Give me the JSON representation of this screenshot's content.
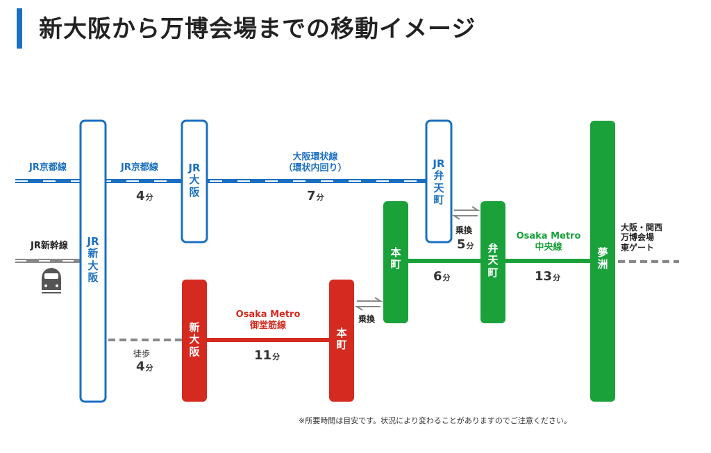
{
  "title": "新大阪から万博会場までの移動イメージ",
  "colors": {
    "jr": "#1a6fc0",
    "midosuji": "#d42a1f",
    "chuo": "#1aa13a"
  },
  "lines": {
    "jr_kyoto_left": "JR京都線",
    "jr_kyoto_mid": "JR京都線",
    "loop_1": "大阪環状線",
    "loop_2": "（環状内回り）",
    "shinkansen": "JR新幹線",
    "midosuji_1": "Osaka Metro",
    "midosuji_2": "御堂筋線",
    "chuo_1": "Osaka Metro",
    "chuo_2": "中央線"
  },
  "stations": {
    "jr_shin_osaka": [
      "JR",
      "新",
      "大",
      "阪"
    ],
    "jr_osaka": [
      "JR",
      "大",
      "阪"
    ],
    "jr_bentencho": [
      "JR",
      "弁",
      "天",
      "町"
    ],
    "metro_bentencho": [
      "弁",
      "天",
      "町"
    ],
    "honmachi_green": [
      "本",
      "町"
    ],
    "honmachi_red": [
      "本",
      "町"
    ],
    "metro_shin_osaka": [
      "新",
      "大",
      "阪"
    ],
    "yumeshima": [
      "夢",
      "洲"
    ]
  },
  "times": {
    "kyoto": "4",
    "loop": "7",
    "chuo_a": "6",
    "chuo_b": "13",
    "midosuji": "11",
    "walk": "4",
    "transfer_b": "5",
    "unit": "分"
  },
  "labels": {
    "walk": "徒歩",
    "transfer_1": "乗換",
    "transfer_2": "乗換",
    "gate_1": "大阪・関西",
    "gate_2": "万博会場",
    "gate_3": "東ゲート"
  },
  "note": "※所要時間は目安です。状況により変わることがありますのでご注意ください。"
}
